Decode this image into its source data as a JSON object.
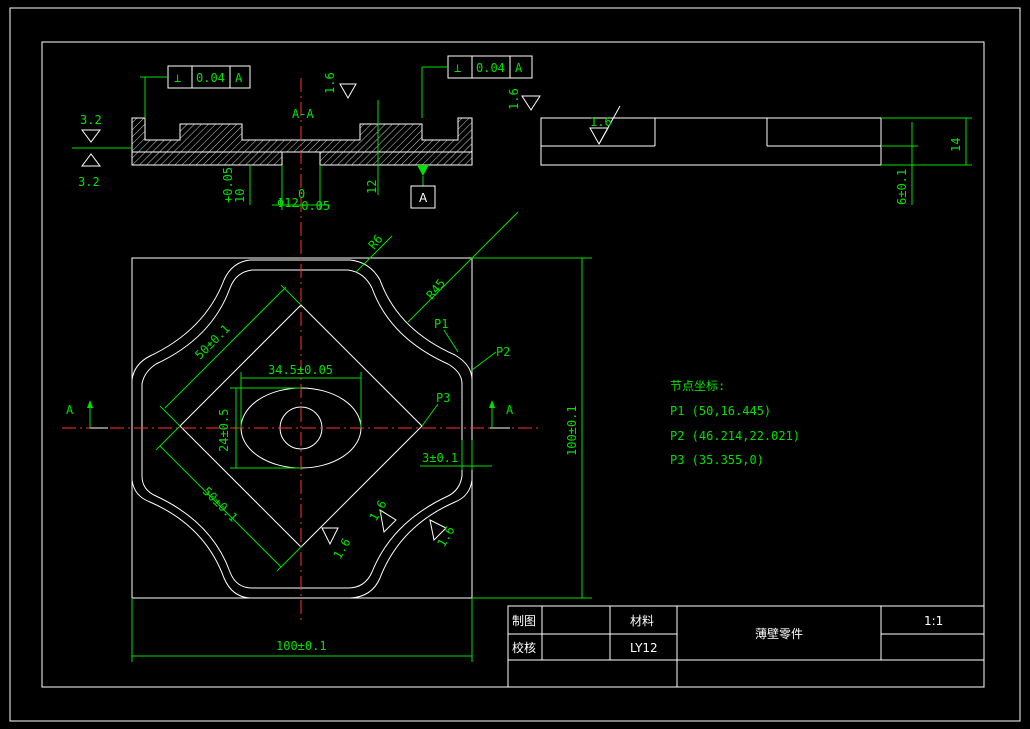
{
  "title_block": {
    "drawn_label": "制图",
    "checked_label": "校核",
    "material_label": "材料",
    "material_value": "LY12",
    "part_name": "薄壁零件",
    "scale": "1:1"
  },
  "node_coordinates": {
    "heading": "节点坐标:",
    "p1": "P1 (50,16.445)",
    "p2": "P2 (46.214,22.021)",
    "p3": "P3 (35.355,0)"
  },
  "dimensions": {
    "width": "100±0.1",
    "height": "100±0.1",
    "diag_upper": "50±0.1",
    "diag_lower": "50±0.1",
    "slot_length": "34.5±0.05",
    "slot_width": "24±0.5",
    "offset": "3±0.1",
    "radius_corner": "R6",
    "radius_arc": "R45",
    "thickness": "14",
    "depth": "6±0.1",
    "bore": "Φ12",
    "bore_tol_upper": "0",
    "bore_tol_lower": "-0.05",
    "step_height": "12",
    "depth_value": "10",
    "depth_tol": "+0.05",
    "section_top": "A-A"
  },
  "labels": {
    "p1": "P1",
    "p2": "P2",
    "p3": "P3",
    "section_a": "A",
    "datum_a": "A"
  },
  "tolerances": {
    "perp_left_symbol": "⊥",
    "perp_left_value": "0.04",
    "perp_left_datum": "A",
    "perp_right_symbol": "⊥",
    "perp_right_value": "0.04",
    "perp_right_datum": "A"
  },
  "roughness": {
    "r32a": "3.2",
    "r32b": "3.2",
    "r16a": "1.6",
    "r16b": "1.6",
    "r16c": "1.6",
    "r16d": "1.6",
    "r16e": "1.6",
    "r16f": "1.6"
  },
  "colors": {
    "background": "#000000",
    "outline": "#ffffff",
    "dimension": "#00e000",
    "centerline": "#ff3030"
  }
}
